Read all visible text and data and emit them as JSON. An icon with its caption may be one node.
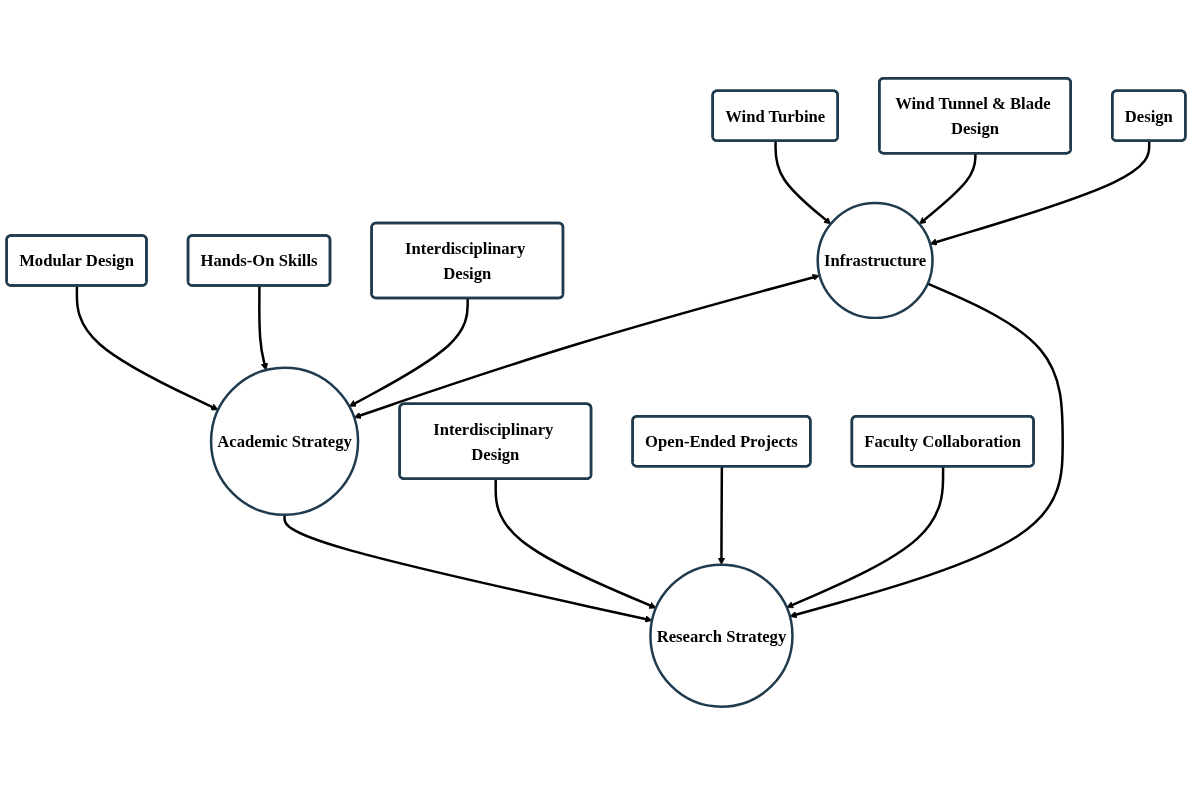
{
  "diagram": {
    "nodes": [
      {
        "text": [
          "Wind Turbine"
        ]
      },
      {
        "text": [
          "Modular Design"
        ]
      },
      {
        "text": [
          "Wind Tunnel & Blade Design"
        ]
      },
      {
        "text": [
          "Infrastructure"
        ]
      },
      {
        "text": [
          "Academic Strategy"
        ]
      },
      {
        "text": [
          "Hands-On Skills"
        ]
      },
      {
        "text": [
          "Design"
        ]
      },
      {
        "text": [
          "Interdisciplinary Design"
        ]
      },
      {
        "text": [
          "Research Strategy"
        ]
      },
      {
        "text": [
          "Interdisciplinary Design"
        ]
      },
      {
        "text": [
          "Open-Ended Projects"
        ]
      },
      {
        "text": [
          "Faculty Collaboration"
        ]
      }
    ],
    "edges": [
      {
        "from": 0,
        "to": 3,
        "arrow": "to"
      },
      {
        "from": 2,
        "to": 3,
        "arrow": "to"
      },
      {
        "from": 6,
        "to": 3,
        "arrow": "to"
      },
      {
        "from": 1,
        "to": 4,
        "arrow": "to"
      },
      {
        "from": 5,
        "to": 4,
        "arrow": "to"
      },
      {
        "from": 7,
        "to": 4,
        "arrow": "to"
      },
      {
        "from": 3,
        "to": 4,
        "arrow": "both"
      },
      {
        "from": 3,
        "to": 8,
        "arrow": "to"
      },
      {
        "from": 4,
        "to": 8,
        "arrow": "to"
      },
      {
        "from": 9,
        "to": 8,
        "arrow": "to"
      },
      {
        "from": 10,
        "to": 8,
        "arrow": "to"
      },
      {
        "from": 11,
        "to": 8,
        "arrow": "to"
      }
    ]
  }
}
